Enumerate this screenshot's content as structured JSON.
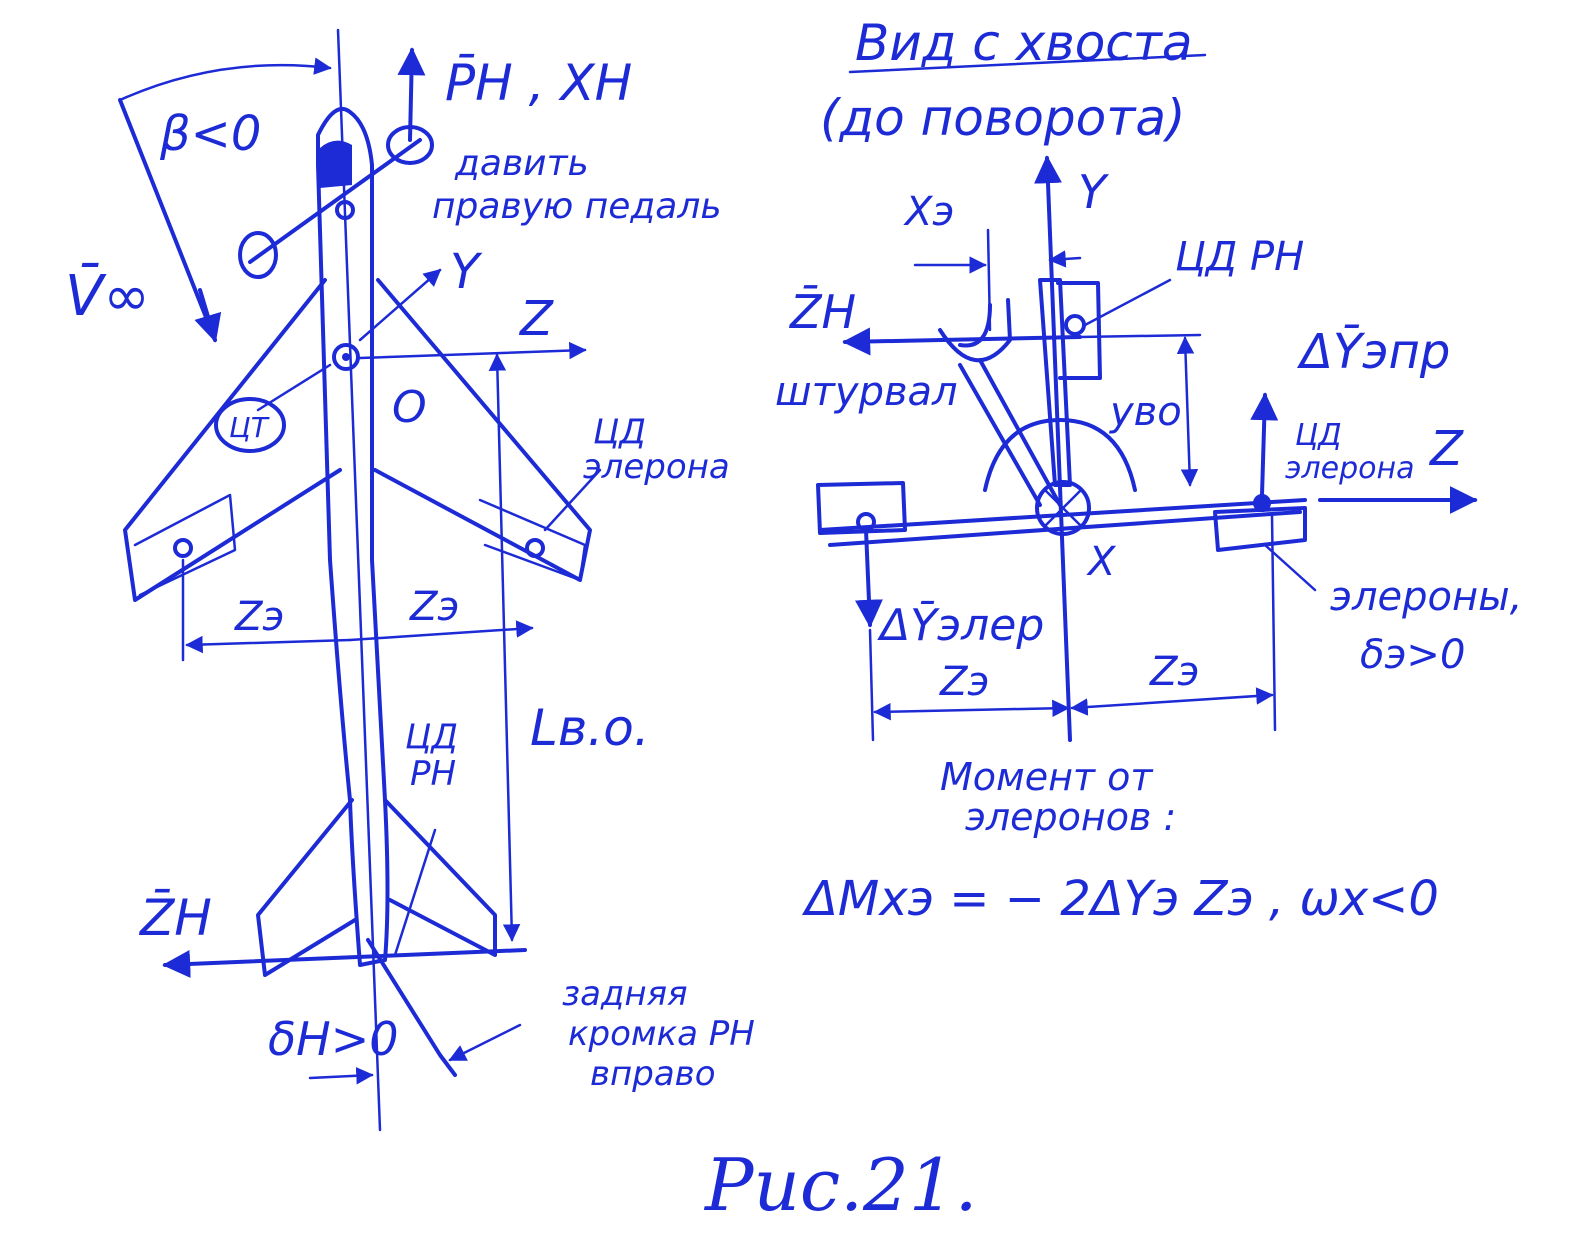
{
  "colors": {
    "ink": "#1d2bd6",
    "paper": "#ffffff"
  },
  "top_view": {
    "beta": "β<0",
    "p_h": "P̄H , XH",
    "pedal": [
      "давить",
      "правую педаль"
    ],
    "v_inf": "V̄∞",
    "y": "Y",
    "z": "Z",
    "o": "O",
    "ct": "ЦТ",
    "cd_aileron": [
      "ЦД",
      "элерона"
    ],
    "z_e_left": "Zэ",
    "z_e_right": "Zэ",
    "l_vo": "Lв.о.",
    "cd_rh": [
      "ЦД",
      "РН"
    ],
    "z_h": "Z̄H",
    "delta_h": "δH>0",
    "trailing_edge": [
      "задняя",
      "кромка РН",
      "вправо"
    ]
  },
  "tail_view": {
    "title": "Вид с хвоста",
    "subtitle": "(до поворота)",
    "y": "Y",
    "x_e": "Xэ",
    "cd_rh": "ЦД РН",
    "z_h": "Z̄H",
    "delta_y_epr": "ΔȲэпр",
    "shturval": "штурвал",
    "y_vo": "yво",
    "cd_aileron": [
      "ЦД",
      "элерона"
    ],
    "z": "Z",
    "x": "X",
    "ailerons": [
      "элероны,",
      "δэ>0"
    ],
    "delta_y_eler": "ΔȲэлер",
    "z_e_left": "Zэ",
    "z_e_right": "Zэ"
  },
  "moment": {
    "label": [
      "Момент от",
      "элеронов :"
    ],
    "formula": "ΔMxэ = − 2ΔYэ Zэ ,  ωx<0"
  },
  "caption": "Рис.21."
}
